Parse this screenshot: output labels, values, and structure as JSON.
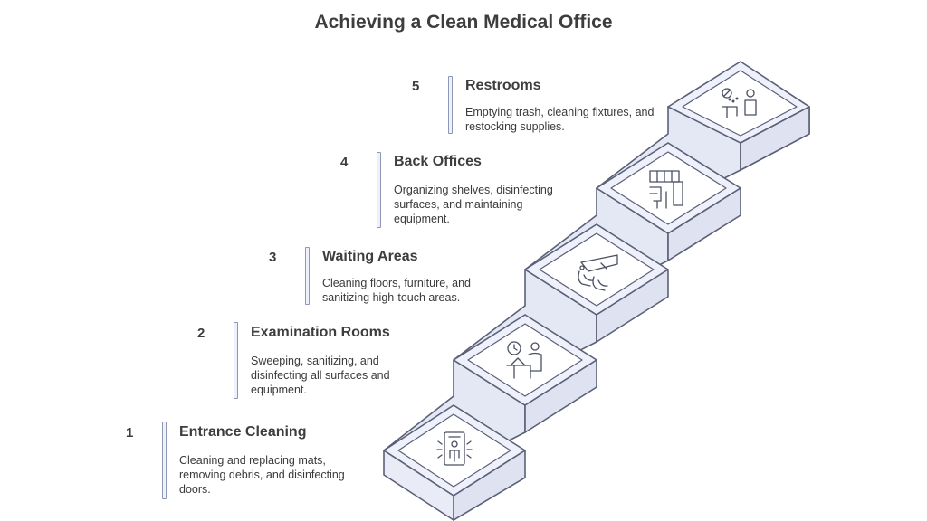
{
  "title": "Achieving a Clean Medical Office",
  "steps": [
    {
      "number": "1",
      "heading": "Entrance Cleaning",
      "description": "Cleaning and replacing mats, removing debris, and disinfecting doors.",
      "icon": "entrance-door-icon"
    },
    {
      "number": "2",
      "heading": "Examination Rooms",
      "description": "Sweeping, sanitizing, and disinfecting all surfaces and equipment.",
      "icon": "examination-clock-icon"
    },
    {
      "number": "3",
      "heading": "Waiting Areas",
      "description": "Cleaning floors, furniture, and sanitizing high-touch areas.",
      "icon": "waiting-chairs-icon"
    },
    {
      "number": "4",
      "heading": "Back Offices",
      "description": "Organizing shelves, disinfecting surfaces, and maintaining equipment.",
      "icon": "office-shelves-icon"
    },
    {
      "number": "5",
      "heading": "Restrooms",
      "description": "Emptying trash, cleaning fixtures, and restocking supplies.",
      "icon": "restroom-icon"
    }
  ],
  "colors": {
    "stair_face": "#eef1fb",
    "stair_stroke": "#5b6076",
    "text": "#3a3a3a"
  }
}
